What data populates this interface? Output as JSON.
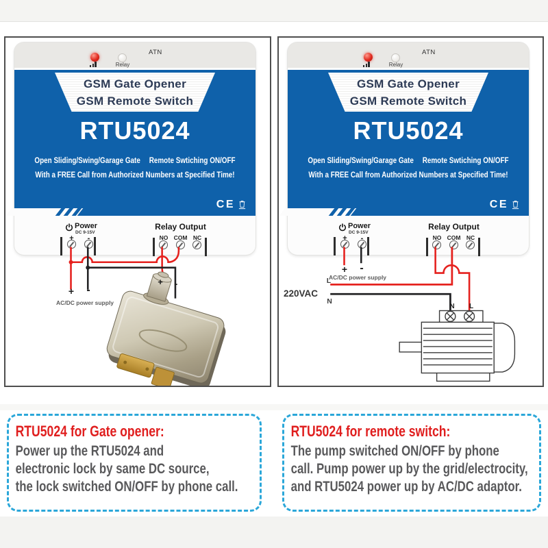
{
  "colors": {
    "brand_blue": "#0f61aa",
    "wire_red": "#e5211e",
    "wire_black": "#232325",
    "note_border_cyan": "#2ba7d9",
    "note_title_red": "#e01f1f",
    "note_text_gray": "#59595b",
    "led_red": "#e02a1f"
  },
  "panels": [
    {
      "device": {
        "atn_label": "ATN",
        "relay_led_label": "Relay",
        "header_line1": "GSM Gate Opener",
        "header_line2": "GSM Remote Switch",
        "model": "RTU5024",
        "tagline_left": "Open Sliding/Swing/Garage Gate",
        "tagline_right": "Remote Swtiching ON/OFF",
        "tagline_bottom": "With a FREE Call from Authorized Numbers at Specified Time!",
        "ce_label": "CE",
        "power": {
          "label": "Power",
          "sub": "DC 9-15V",
          "plus": "+",
          "minus": "-"
        },
        "relay": {
          "label": "Relay Output",
          "no": "NO",
          "com": "COM",
          "nc": "NC"
        }
      },
      "wiring": {
        "supply_plus": "+",
        "supply_minus": "-",
        "supply_label": "AC/DC power supply",
        "load_plus": "+",
        "load_minus": "-"
      },
      "note": {
        "title": "RTU5024 for Gate opener:",
        "lines": [
          "Power up the RTU5024 and",
          "electronic lock by same DC source,",
          "the lock switched ON/OFF by phone call."
        ]
      }
    },
    {
      "device": {
        "atn_label": "ATN",
        "relay_led_label": "Relay",
        "header_line1": "GSM Gate Opener",
        "header_line2": "GSM Remote Switch",
        "model": "RTU5024",
        "tagline_left": "Open Sliding/Swing/Garage Gate",
        "tagline_right": "Remote Swtiching ON/OFF",
        "tagline_bottom": "With a FREE Call from Authorized Numbers at Specified Time!",
        "ce_label": "CE",
        "power": {
          "label": "Power",
          "sub": "DC 9-15V",
          "plus": "+",
          "minus": "-"
        },
        "relay": {
          "label": "Relay Output",
          "no": "NO",
          "com": "COM",
          "nc": "NC"
        }
      },
      "wiring": {
        "supply_plus": "+",
        "supply_minus": "-",
        "supply_label": "AC/DC power supply",
        "mains_label": "220VAC",
        "line_label": "L",
        "neutral_label": "N",
        "pump_n": "N",
        "pump_l": "L"
      },
      "note": {
        "title": "RTU5024 for remote switch:",
        "lines": [
          "The pump switched ON/OFF by phone",
          "call. Pump power up by the grid/electrocity,",
          "and RTU5024 power up by AC/DC adaptor."
        ]
      }
    }
  ]
}
